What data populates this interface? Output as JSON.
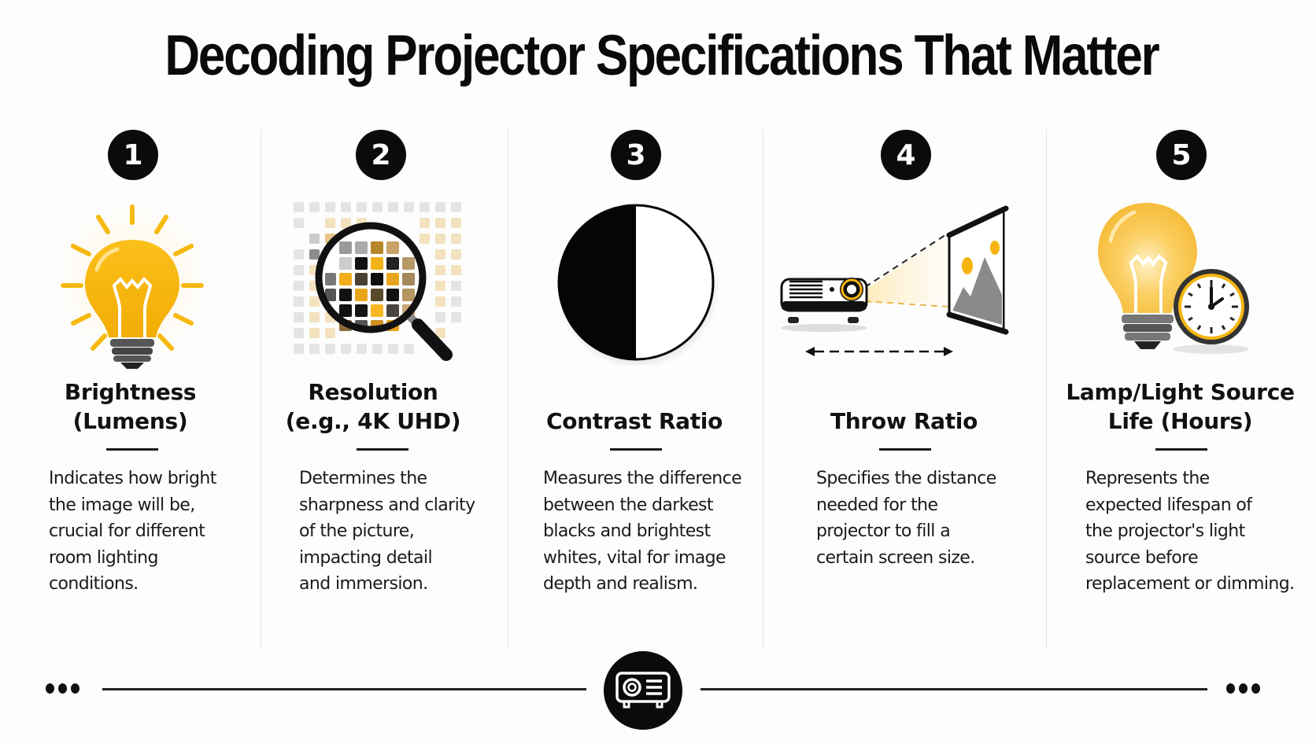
{
  "title": "Decoding Projector Specifications That Matter",
  "colors": {
    "accent_yellow": "#f5b40f",
    "badge_black": "#0b0b0b",
    "text": "#111111",
    "divider": "#e2e2e2"
  },
  "specs": [
    {
      "number": "1",
      "icon": "lightbulb-glowing-icon",
      "heading": "Brightness\n(Lumens)",
      "description": "Indicates how bright\nthe image will be,\ncrucial for different\nroom lighting\nconditions."
    },
    {
      "number": "2",
      "icon": "magnifier-pixels-icon",
      "heading": "Resolution\n(e.g., 4K UHD)",
      "description": "Determines the\nsharpness and clarity\nof the picture,\nimpacting detail\nand immersion."
    },
    {
      "number": "3",
      "icon": "contrast-circle-icon",
      "heading": "Contrast Ratio",
      "description": "Measures the difference\nbetween the darkest\nblacks and brightest\nwhites, vital for image\ndepth and realism."
    },
    {
      "number": "4",
      "icon": "projector-screen-distance-icon",
      "heading": "Throw Ratio",
      "description": "Specifies the distance\nneeded for the\nprojector to fill a\ncertain screen size."
    },
    {
      "number": "5",
      "icon": "lightbulb-clock-icon",
      "heading": "Lamp/Light Source\nLife (Hours)",
      "description": "Represents the\nexpected lifespan of\nthe projector's light\nsource before\nreplacement or dimming."
    }
  ],
  "footer": {
    "icon": "projector-icon"
  }
}
